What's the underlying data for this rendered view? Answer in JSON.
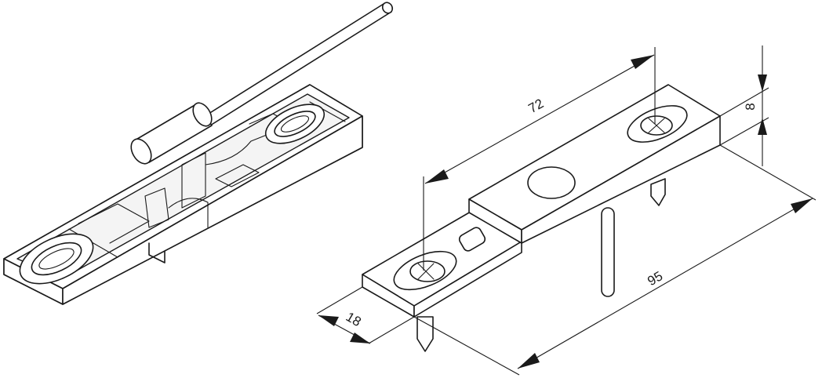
{
  "dimensions": {
    "hole_spacing": "72",
    "length": "95",
    "width": "18",
    "thickness": "8"
  }
}
